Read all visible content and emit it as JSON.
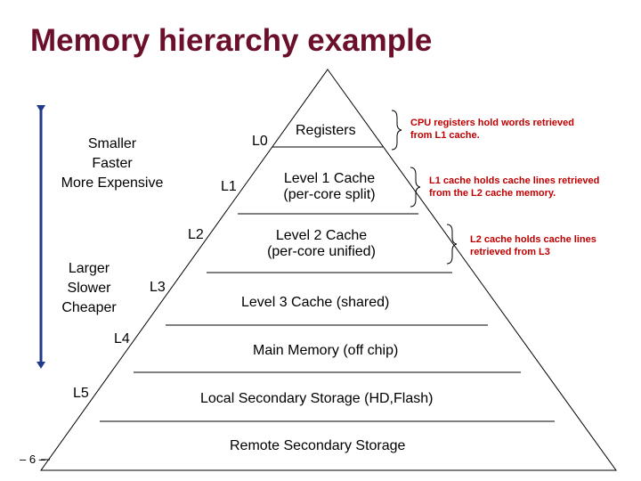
{
  "title": "Memory hierarchy example",
  "levels": [
    {
      "label": "L0",
      "name": "Registers"
    },
    {
      "label": "L1",
      "name": "Level 1 Cache",
      "sub": "(per-core split)"
    },
    {
      "label": "L2",
      "name": "Level 2 Cache",
      "sub": "(per-core unified)"
    },
    {
      "label": "L3",
      "name": "Level 3 Cache (shared)"
    },
    {
      "label": "L4",
      "name": "Main Memory (off chip)"
    },
    {
      "label": "L5",
      "name": "Local Secondary Storage (HD,Flash)"
    },
    {
      "name": "Remote Secondary Storage"
    }
  ],
  "top_side": {
    "line1": "Smaller",
    "line2": "Faster",
    "line3": "More Expensive"
  },
  "bottom_side": {
    "line1": "Larger",
    "line2": "Slower",
    "line3": "Cheaper"
  },
  "notes": [
    {
      "line1": "CPU registers hold words retrieved",
      "line2": "from L1 cache."
    },
    {
      "line1": "L1 cache holds cache lines retrieved",
      "line2": "from the L2 cache memory."
    },
    {
      "line1": "L2 cache holds cache lines",
      "line2": "retrieved from L3"
    }
  ],
  "page_number": "– 6 –",
  "colors": {
    "title": "#6b0f2a",
    "note": "#c00000",
    "arrow": "#1f3a8a"
  }
}
